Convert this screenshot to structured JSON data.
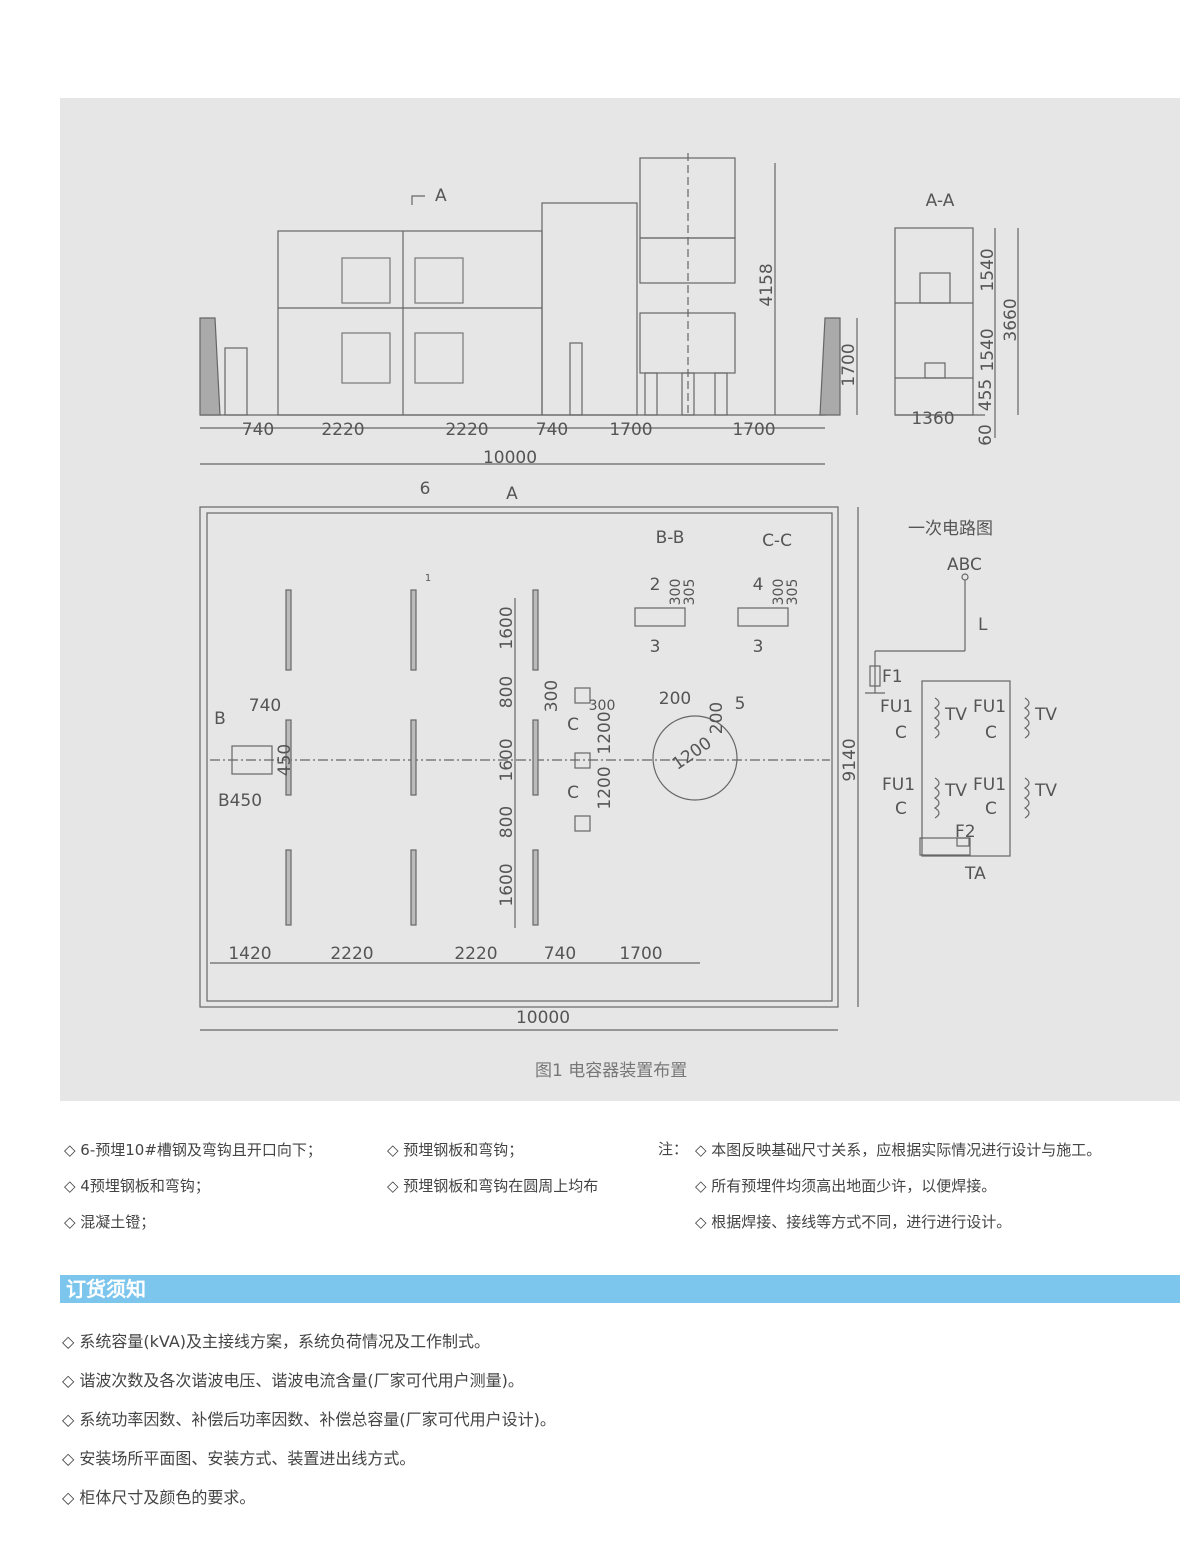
{
  "elevation": {
    "section_mark": "A",
    "dims": [
      "740",
      "2220",
      "2220",
      "740",
      "1700",
      "1700"
    ],
    "total": "10000",
    "height": "4158",
    "height2": "1700"
  },
  "section_aa": {
    "title": "A-A",
    "d1": "1540",
    "d2": "3660",
    "d3": "1540",
    "d4": "455",
    "d5": "60",
    "width": "1360"
  },
  "plan": {
    "label6": "6",
    "section_mark": "A",
    "label1": "1",
    "height": "9140",
    "total": "10000",
    "bottom_dims": [
      "1420",
      "2220",
      "2220",
      "740",
      "1700"
    ],
    "vert_dims": [
      "1600",
      "800",
      "1600",
      "800",
      "1600"
    ],
    "bb": "B-B",
    "cc": "C-C",
    "bb_vals": [
      "2",
      "300",
      "305",
      "3"
    ],
    "cc_vals": [
      "4",
      "300",
      "305",
      "3"
    ],
    "b_top": "B",
    "b_740": "740",
    "b_450": "450",
    "b_bottom": "B450",
    "c300": "300",
    "c300b": "300",
    "c1200": "1200",
    "c1200b": "1200",
    "c_mark": "C",
    "c_mark2": "C",
    "circ200": "200",
    "circ200b": "200",
    "circ1200": "1200",
    "label5": "5"
  },
  "circuit": {
    "title": "一次电路图",
    "abc": "ABC",
    "l": "L",
    "f1": "F1",
    "fu": "FU1",
    "tv": "TV",
    "c": "C",
    "f2": "F2",
    "ta": "TA"
  },
  "caption": "图1  电容器装置布置",
  "notes_col1": [
    "◇ 6-预埋10#槽钢及弯钩且开口向下；",
    "◇ 4预埋钢板和弯钩；",
    "◇ 混凝土镫；"
  ],
  "notes_col2": [
    "◇ 预埋钢板和弯钩；",
    "◇ 预埋钢板和弯钩在圆周上均布"
  ],
  "notes_col3_prefix": "注：",
  "notes_col3": [
    "◇ 本图反映基础尺寸关系，应根据实际情况进行设计与施工。",
    "◇ 所有预埋件均须高出地面少许，以便焊接。",
    "◇ 根据焊接、接线等方式不同，进行进行设计。"
  ],
  "order_title": "订货须知",
  "order_items": [
    "◇ 系统容量(kVA)及主接线方案，系统负荷情况及工作制式。",
    "◇ 谐波次数及各次谐波电压、谐波电流含量(厂家可代用户测量)。",
    "◇ 系统功率因数、补偿后功率因数、补偿总容量(厂家可代用户设计)。",
    "◇ 安装场所平面图、安装方式、装置进出线方式。",
    "◇ 柜体尺寸及颜色的要求。"
  ],
  "colors": {
    "band": "#7cc5ec",
    "drawing_bg": "#e6e6e6",
    "line": "#666666"
  }
}
